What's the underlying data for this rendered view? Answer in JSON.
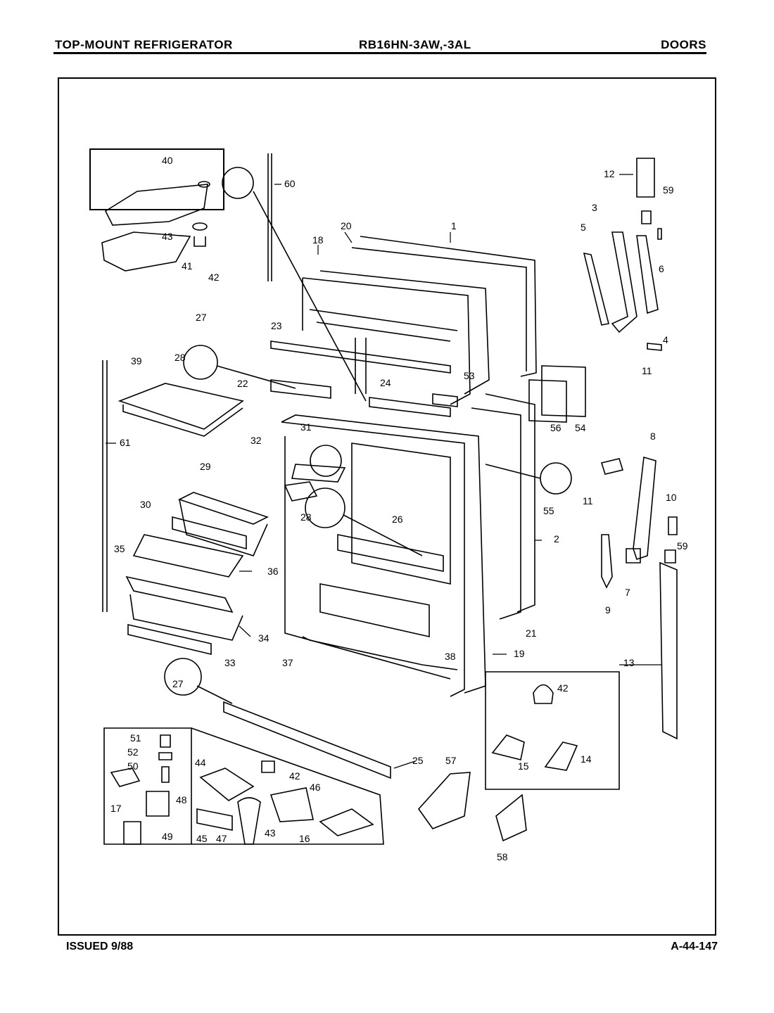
{
  "header": {
    "product": "TOP-MOUNT REFRIGERATOR",
    "model": "RB16HN-3AW,-3AL",
    "section": "DOORS"
  },
  "footer": {
    "issued": "ISSUED 9/88",
    "code": "A-44-147"
  },
  "part_numbers": [
    "1",
    "2",
    "3",
    "4",
    "5",
    "6",
    "7",
    "8",
    "9",
    "10",
    "11",
    "11",
    "12",
    "13",
    "14",
    "15",
    "16",
    "17",
    "18",
    "19",
    "20",
    "21",
    "22",
    "23",
    "24",
    "25",
    "26",
    "27",
    "27",
    "28",
    "28",
    "29",
    "30",
    "31",
    "32",
    "33",
    "34",
    "35",
    "36",
    "37",
    "38",
    "39",
    "40",
    "41",
    "42",
    "42",
    "42",
    "43",
    "43",
    "44",
    "45",
    "46",
    "47",
    "48",
    "49",
    "50",
    "51",
    "52",
    "53",
    "54",
    "55",
    "56",
    "57",
    "58",
    "59",
    "59",
    "60",
    "61"
  ]
}
